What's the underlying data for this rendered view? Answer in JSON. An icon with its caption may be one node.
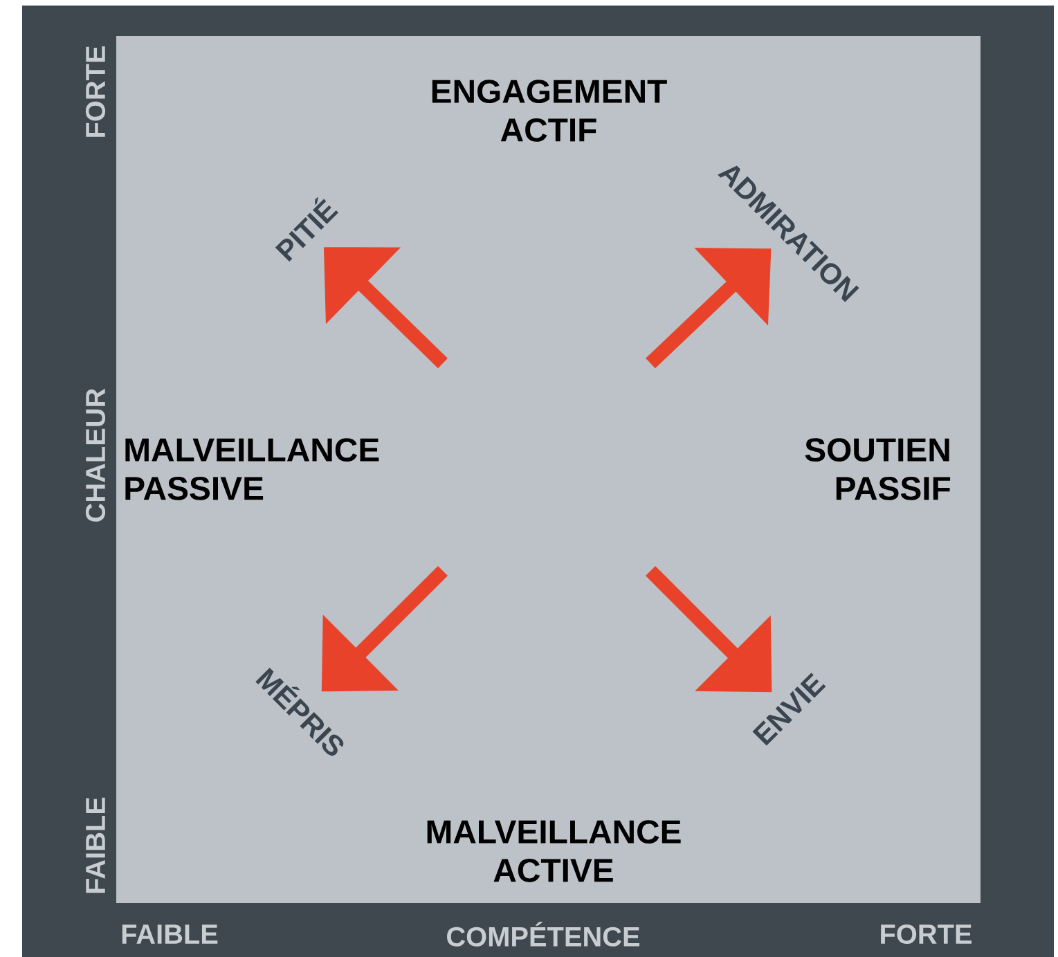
{
  "diagram": {
    "nodes": [
      {
        "text": [
          "PITIÉ"
        ]
      },
      {
        "text": [
          "ADMIRATION"
        ]
      },
      {
        "text": [
          "MÉPRIS"
        ]
      },
      {
        "text": [
          "ENVIE"
        ]
      }
    ],
    "edges": [
      {
        "from": null,
        "to": 0,
        "arrow": "to"
      },
      {
        "from": null,
        "to": 1,
        "arrow": "to"
      },
      {
        "from": null,
        "to": 2,
        "arrow": "to"
      },
      {
        "from": null,
        "to": 3,
        "arrow": "to"
      }
    ],
    "labels": [
      "FORTE",
      "ENGAGEMENT ACTIF",
      "CHALEUR",
      "MALVEILLANCE PASSIVE",
      "SOUTIEN PASSIF",
      "FAIBLE",
      "MALVEILLANCE ACTIVE",
      "FAIBLE",
      "COMPÉTENCE",
      "FORTE"
    ]
  }
}
